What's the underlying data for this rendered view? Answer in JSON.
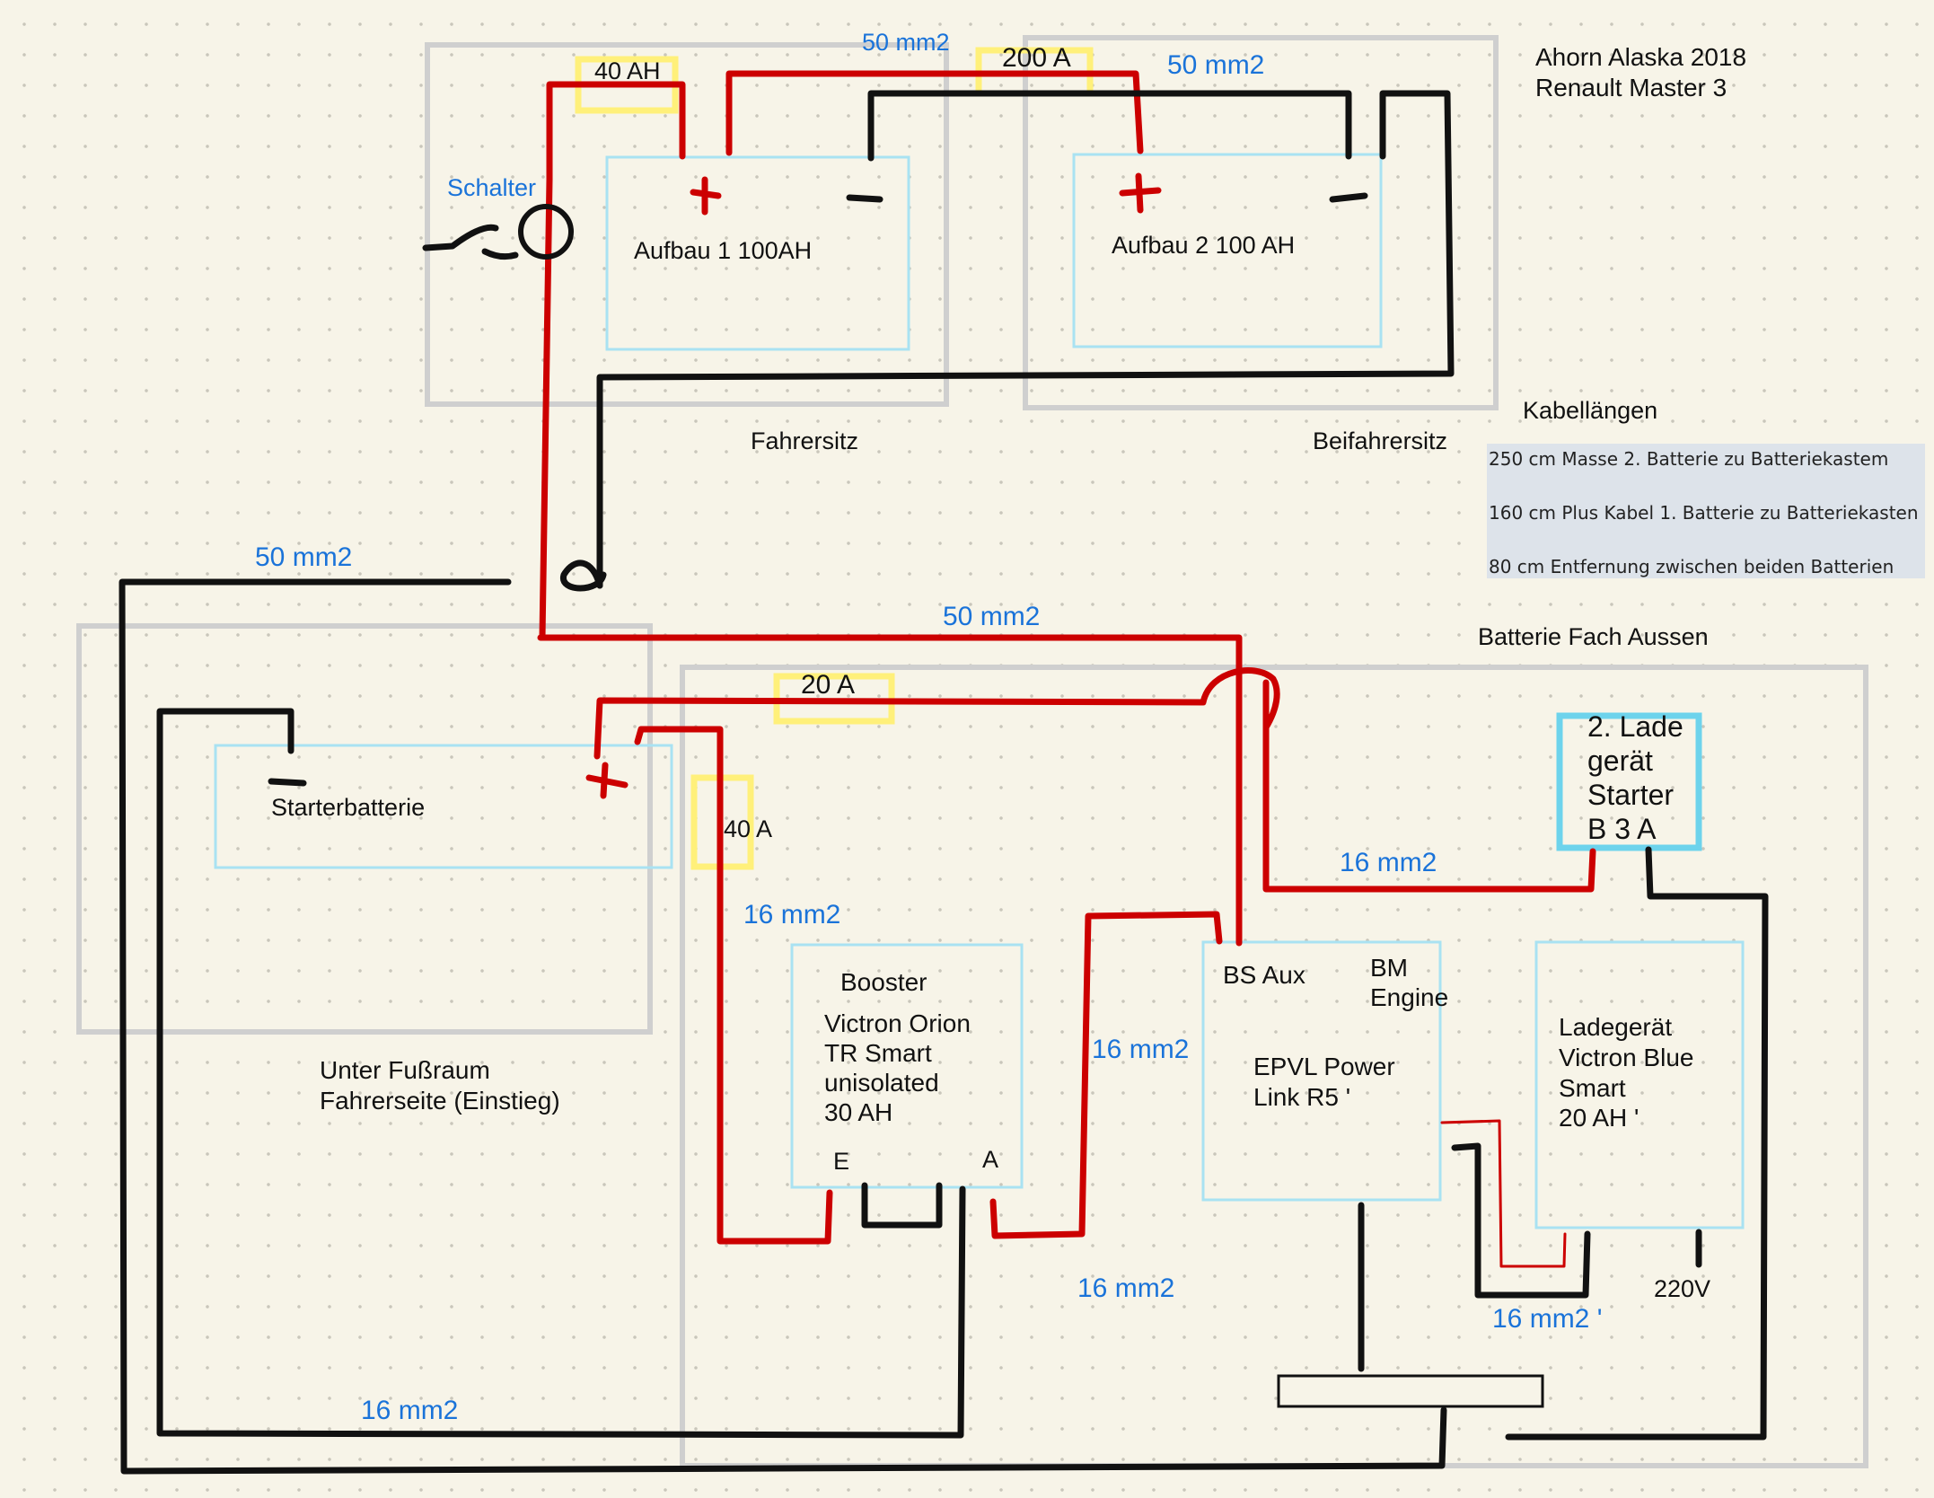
{
  "title": [
    "Ahorn Alaska 2018",
    "Renault Master 3"
  ],
  "zones": {
    "driver_seat": "Fahrersitz",
    "passenger_seat": "Beifahrersitz",
    "footwell": [
      "Unter Fußraum",
      "Fahrerseite (Einstieg)"
    ],
    "outer_compartment": "Batterie Fach Aussen"
  },
  "components": {
    "aux_battery_1": "Aufbau 1  100AH",
    "aux_battery_2": "Aufbau 2 100 AH",
    "starter_battery": "Starterbatterie",
    "booster": [
      "Booster",
      "Victron Orion",
      "TR Smart",
      "unisolated",
      "30 AH"
    ],
    "booster_in": "E",
    "booster_out": "A",
    "epvl_ports": [
      "BS Aux",
      "BM",
      "Engine"
    ],
    "epvl": [
      "EPVL Power",
      "Link R5 '"
    ],
    "charger": [
      "Ladegerät",
      "Victron Blue",
      "Smart",
      "20 AH '"
    ],
    "charger_2": [
      "2. Lade",
      "gerät",
      "Starter",
      "B 3 A"
    ],
    "switch": "Schalter",
    "mains": "220V"
  },
  "fuses": {
    "f40ah": "40 AH",
    "f200a": "200 A",
    "f20a": "20 A",
    "f40a": "40 A"
  },
  "wire_labels": {
    "top_left": "50 mm2",
    "top_right": "50 mm2",
    "left_mid": "50 mm2",
    "center_mid": "50 mm2",
    "charger2": "16 mm2",
    "booster_in": "16 mm2",
    "booster_out": "16 mm2",
    "bottom_center": "16 mm2",
    "bottom_left": "16 mm2",
    "charger": "16 mm2 '"
  },
  "cable_lengths": {
    "heading": "Kabellängen",
    "rows": [
      "250 cm Masse 2. Batterie zu Batteriekastem",
      "160 cm Plus Kabel 1. Batterie zu Batteriekasten",
      "80 cm Entfernung zwischen beiden Batterien"
    ]
  },
  "colors": {
    "positive_wire": "#cc0000",
    "negative_wire": "#111111",
    "zone_outline": "#cfcfcf",
    "component_outline": "#a9e2f2",
    "fuse": "#fff07a",
    "charger2_box": "#6dd3ec",
    "label_blue": "#1a73d9"
  }
}
